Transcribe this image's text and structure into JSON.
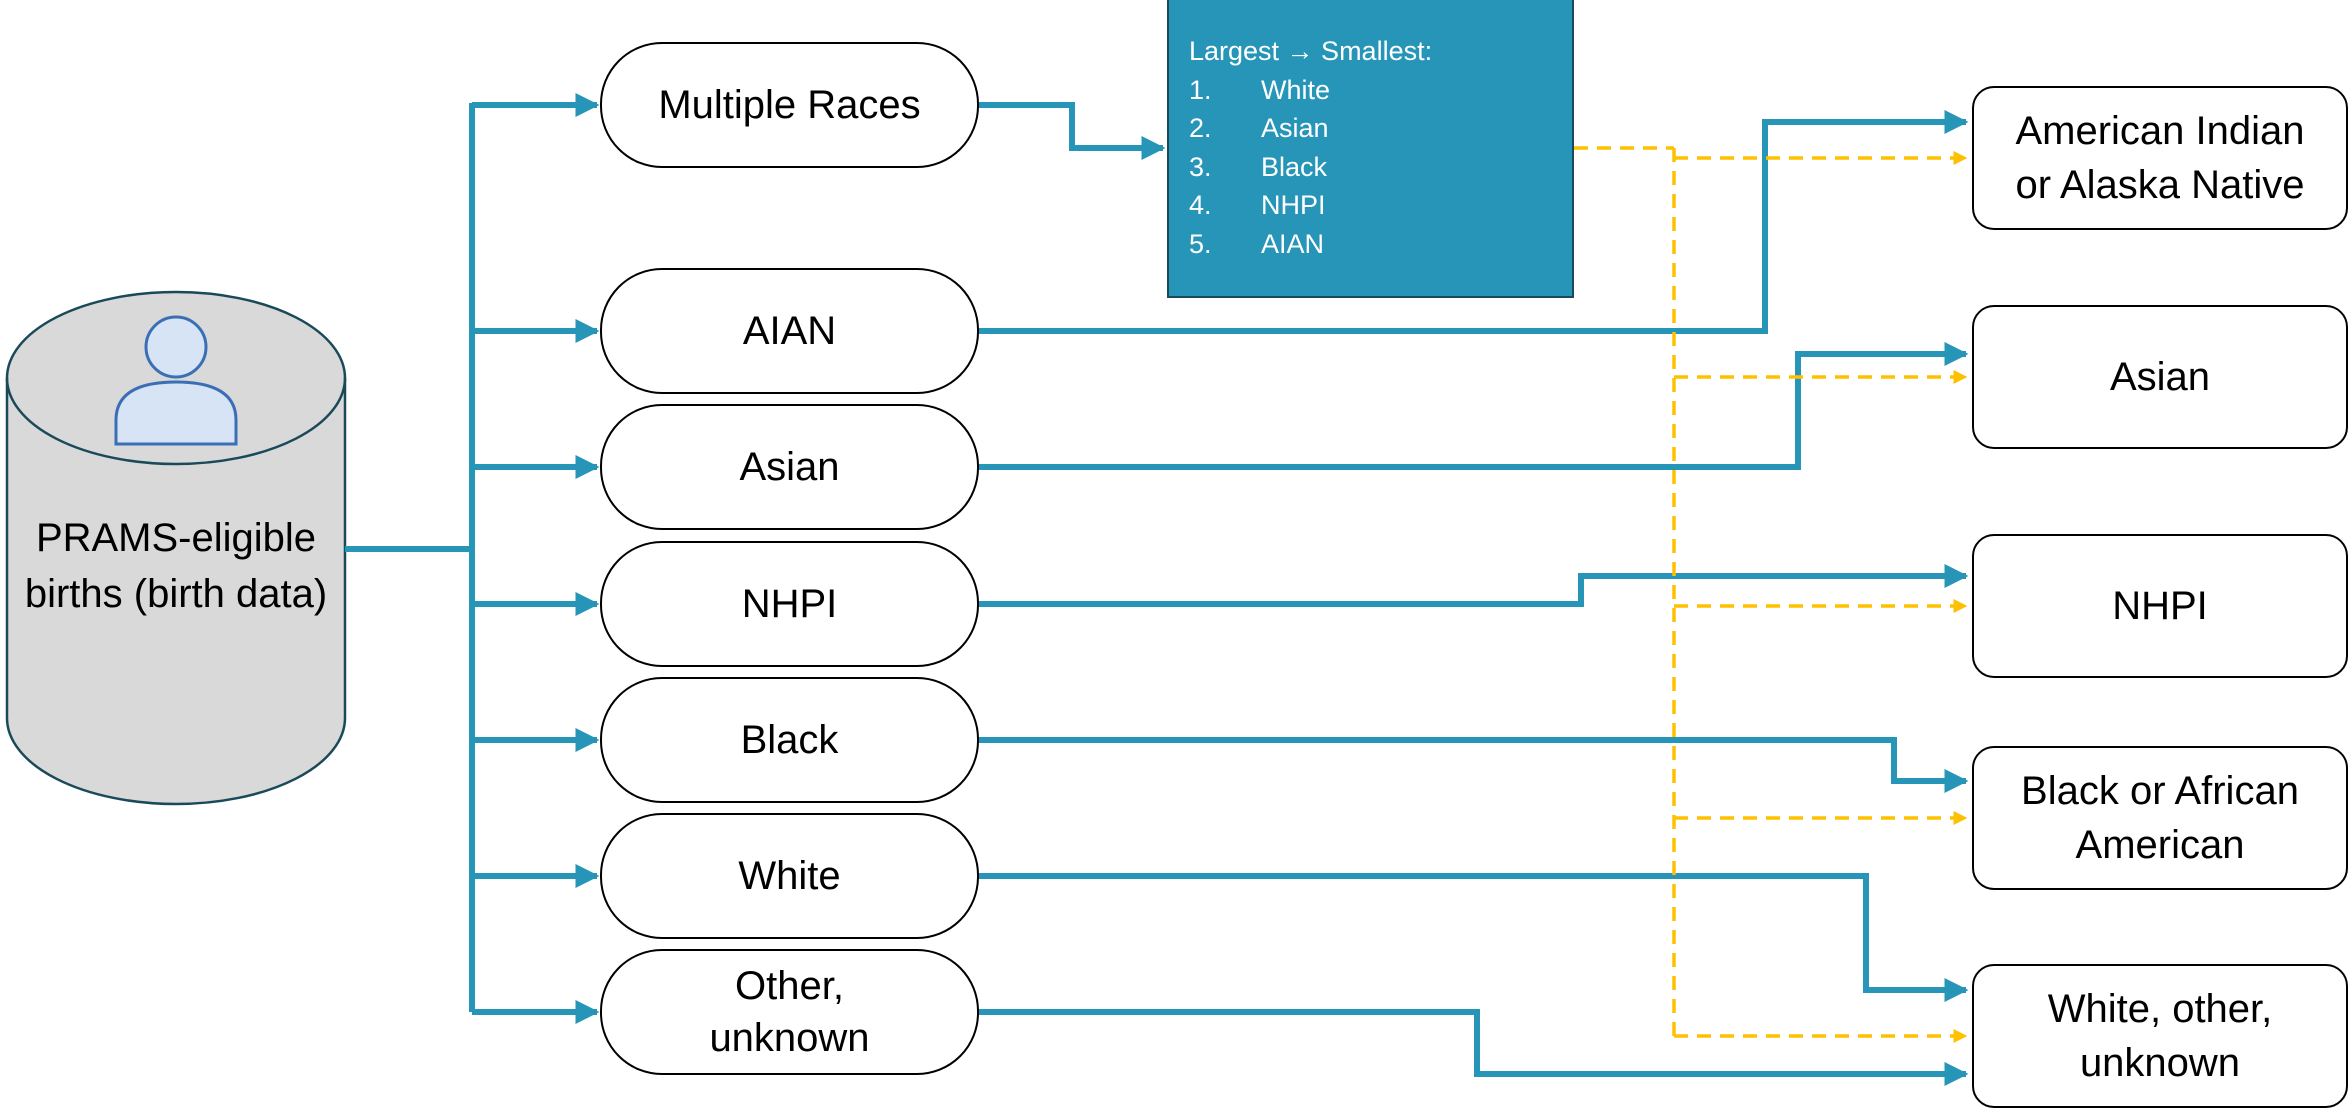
{
  "source": {
    "label": "PRAMS-eligible births (birth data)",
    "icon": "person-icon"
  },
  "reported_races": [
    {
      "key": "multiple",
      "label": "Multiple Races"
    },
    {
      "key": "aian",
      "label": "AIAN"
    },
    {
      "key": "asian",
      "label": "Asian"
    },
    {
      "key": "nhpi",
      "label": "NHPI"
    },
    {
      "key": "black",
      "label": "Black"
    },
    {
      "key": "white",
      "label": "White"
    },
    {
      "key": "other",
      "label": "Other,\nunknown"
    }
  ],
  "ranking": {
    "title": "Largest → Smallest:",
    "items": [
      {
        "num": "1.",
        "label": "White"
      },
      {
        "num": "2.",
        "label": "Asian"
      },
      {
        "num": "3.",
        "label": "Black"
      },
      {
        "num": "4.",
        "label": "NHPI"
      },
      {
        "num": "5.",
        "label": "AIAN"
      }
    ]
  },
  "categories": [
    {
      "key": "aian",
      "label": "American Indian\nor Alaska Native"
    },
    {
      "key": "asian",
      "label": "Asian"
    },
    {
      "key": "nhpi",
      "label": "NHPI"
    },
    {
      "key": "black",
      "label": "Black or African\nAmerican"
    },
    {
      "key": "white_other",
      "label": "White, other,\nunknown"
    }
  ],
  "colors": {
    "flow_line": "#2695b8",
    "assignment_line": "#ffc000",
    "cylinder_fill": "#d9d9d9",
    "cylinder_stroke": "#1a4a5a",
    "ranking_box": "#2695b8",
    "icon_fill": "#d6e4f5",
    "icon_stroke": "#3a6fb5"
  }
}
